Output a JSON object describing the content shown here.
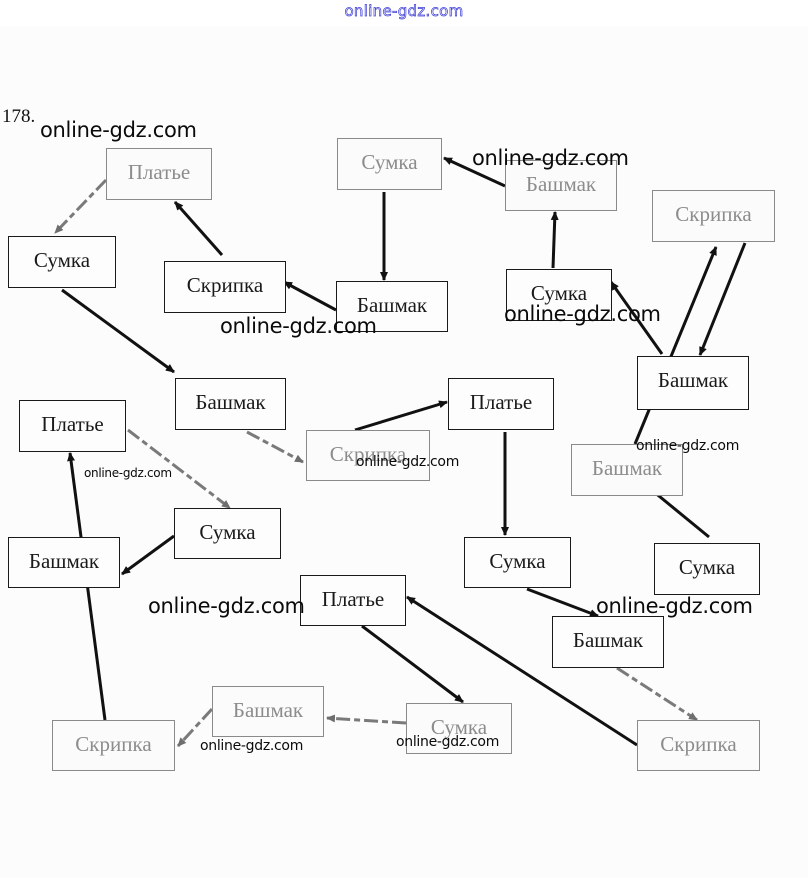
{
  "site_mark": "online-gdz.com",
  "task_number": "178.",
  "colors": {
    "edge_dark": "#111111",
    "edge_faded": "#7a7a7a",
    "site_mark": "#3b3bd6"
  },
  "nodes": [
    {
      "id": "n1",
      "label": "Платье",
      "faded": true
    },
    {
      "id": "n2",
      "label": "Сумка",
      "faded": true
    },
    {
      "id": "n3",
      "label": "Башмак",
      "faded": true
    },
    {
      "id": "n4",
      "label": "Скрипка",
      "faded": true
    },
    {
      "id": "n5",
      "label": "Сумка",
      "faded": false
    },
    {
      "id": "n6",
      "label": "Скрипка",
      "faded": false
    },
    {
      "id": "n7",
      "label": "Башмак",
      "faded": false
    },
    {
      "id": "n8",
      "label": "Сумка",
      "faded": false
    },
    {
      "id": "n9",
      "label": "Башмак",
      "faded": false
    },
    {
      "id": "n10",
      "label": "Башмак",
      "faded": false
    },
    {
      "id": "n11",
      "label": "Платье",
      "faded": false
    },
    {
      "id": "n12",
      "label": "Скрипка",
      "faded": true
    },
    {
      "id": "n13",
      "label": "Платье",
      "faded": false
    },
    {
      "id": "n14",
      "label": "Башмак",
      "faded": true
    },
    {
      "id": "n15",
      "label": "Сумка",
      "faded": false
    },
    {
      "id": "n16",
      "label": "Башмак",
      "faded": false
    },
    {
      "id": "n17",
      "label": "Сумка",
      "faded": false
    },
    {
      "id": "n18",
      "label": "Сумка",
      "faded": false
    },
    {
      "id": "n19",
      "label": "Платье",
      "faded": false
    },
    {
      "id": "n20",
      "label": "Башмак",
      "faded": false
    },
    {
      "id": "n21",
      "label": "Башмак",
      "faded": true
    },
    {
      "id": "n22",
      "label": "Сумка",
      "faded": true
    },
    {
      "id": "n23",
      "label": "Скрипка",
      "faded": true
    },
    {
      "id": "n24",
      "label": "Скрипка",
      "faded": true
    }
  ],
  "edges": [
    {
      "from": "n1",
      "to": "n5",
      "faded": true
    },
    {
      "from": "n6",
      "to": "n1",
      "faded": false
    },
    {
      "from": "n7",
      "to": "n6",
      "faded": false
    },
    {
      "from": "n2",
      "to": "n7",
      "faded": false
    },
    {
      "from": "n3",
      "to": "n2",
      "faded": false
    },
    {
      "from": "n8",
      "to": "n3",
      "faded": false
    },
    {
      "from": "n9",
      "to": "n8",
      "faded": false
    },
    {
      "from": "n4",
      "to": "n9",
      "faded": false
    },
    {
      "from": "n14",
      "to": "n4",
      "faded": false
    },
    {
      "from": "n18",
      "to": "n14",
      "faded": false
    },
    {
      "from": "n5",
      "to": "n10",
      "faded": false
    },
    {
      "from": "n10",
      "to": "n12",
      "faded": true
    },
    {
      "from": "n12",
      "to": "n13",
      "faded": false
    },
    {
      "from": "n13",
      "to": "n17",
      "faded": false
    },
    {
      "from": "n17",
      "to": "n20",
      "faded": false
    },
    {
      "from": "n20",
      "to": "n24",
      "faded": true
    },
    {
      "from": "n24",
      "to": "n19",
      "faded": false
    },
    {
      "from": "n19",
      "to": "n22",
      "faded": false
    },
    {
      "from": "n22",
      "to": "n21",
      "faded": true
    },
    {
      "from": "n21",
      "to": "n23",
      "faded": true
    },
    {
      "from": "n23",
      "to": "n11",
      "faded": false
    },
    {
      "from": "n11",
      "to": "n15",
      "faded": true
    },
    {
      "from": "n15",
      "to": "n16",
      "faded": false
    }
  ],
  "watermarks": [
    {
      "text": "online-gdz.com",
      "size": "big"
    },
    {
      "text": "online-gdz.com",
      "size": "big"
    },
    {
      "text": "online-gdz.com",
      "size": "big"
    },
    {
      "text": "online-gdz.com",
      "size": "small"
    },
    {
      "text": "online-gdz.com",
      "size": "small"
    },
    {
      "text": "online-gdz.com",
      "size": "tiny"
    },
    {
      "text": "online-gdz.com",
      "size": "big"
    },
    {
      "text": "online-gdz.com",
      "size": "big"
    },
    {
      "text": "online-gdz.com",
      "size": "big"
    },
    {
      "text": "online-gdz.com",
      "size": "small"
    },
    {
      "text": "online-gdz.com",
      "size": "small"
    }
  ]
}
